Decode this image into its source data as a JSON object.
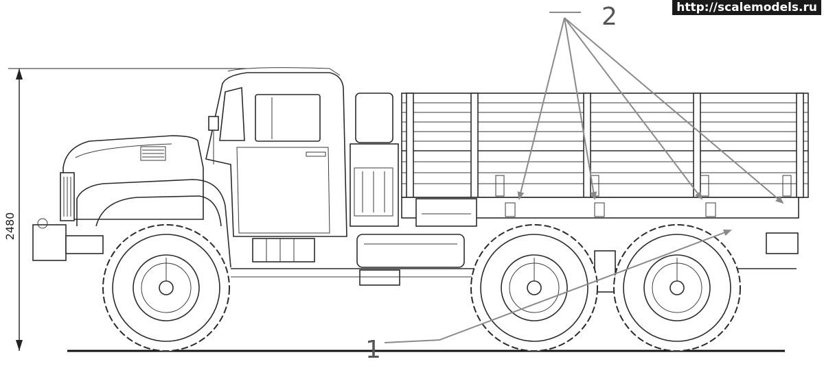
{
  "watermark": "http://scalemodels.ru",
  "dimension": {
    "height_label": "2480"
  },
  "callouts": [
    {
      "label": "2"
    },
    {
      "label": "1"
    }
  ],
  "colors": {
    "line": "#2a2a2a",
    "arrow": "#8a8a8a",
    "label": "#555555",
    "ground": "#111111"
  }
}
